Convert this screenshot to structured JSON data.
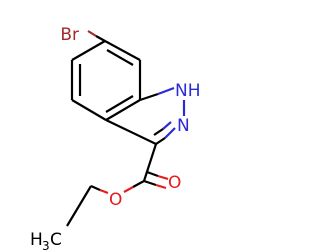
{
  "molecule": {
    "atoms": {
      "bromine": "Br",
      "nh_nitrogen": "NH",
      "n2_nitrogen": "N",
      "carbonyl_oxygen": "O",
      "ester_oxygen": "O",
      "methyl_prefix": "H",
      "methyl_subscript": "3",
      "methyl_suffix": "C"
    },
    "colors": {
      "bond": "#000000",
      "bromine": "#a52a2a",
      "nitrogen": "#2b2bd6",
      "oxygen": "#e61b1b"
    }
  }
}
